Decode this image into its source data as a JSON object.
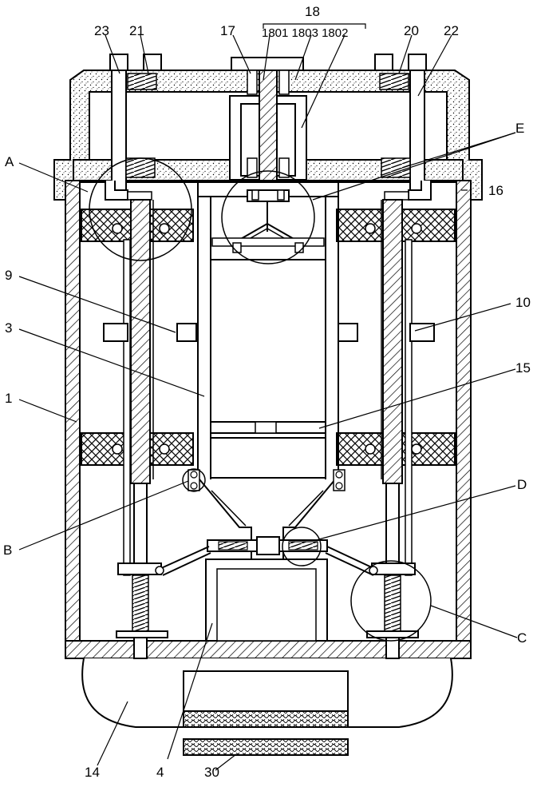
{
  "figure": {
    "labels": {
      "n23": "23",
      "n21": "21",
      "n17": "17",
      "n18": "18",
      "n18_sub": "1801 1803 1802",
      "n20": "20",
      "n22": "22",
      "A": "A",
      "E": "E",
      "n16": "16",
      "n9": "9",
      "n10": "10",
      "n3": "3",
      "n15": "15",
      "n1": "1",
      "B": "B",
      "D": "D",
      "C": "C",
      "n14": "14",
      "n4": "4",
      "n30": "30"
    }
  }
}
